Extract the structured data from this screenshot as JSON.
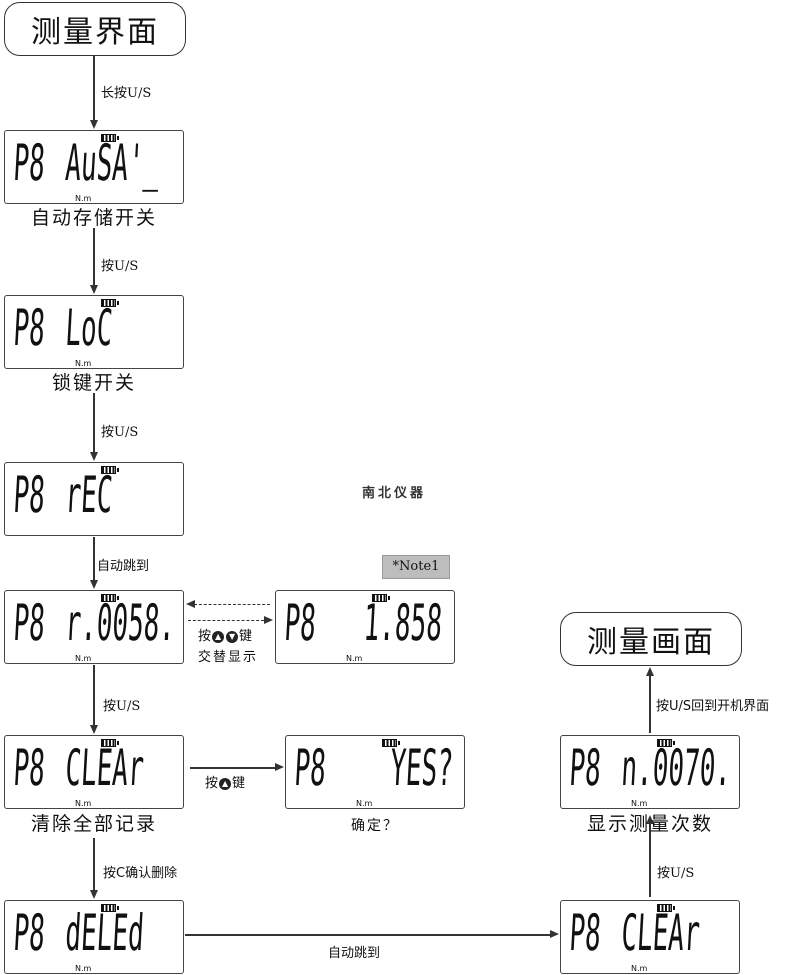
{
  "start_box": "测量界面",
  "end_box": "测量画面",
  "watermark": "南北仪器",
  "note": "*Note1",
  "lcd_prefix": "P8",
  "unit": "N.m",
  "screens": [
    {
      "value": "AuSA'_",
      "caption": "自动存储开关"
    },
    {
      "value": "LoC",
      "caption": "锁键开关"
    },
    {
      "value": "rEC"
    },
    {
      "value": "r.0058."
    },
    {
      "value": "1.858"
    },
    {
      "value": "CLEAr",
      "caption": "清除全部记录"
    },
    {
      "value": "YES?",
      "caption": "确定？"
    },
    {
      "value": "dELEd"
    },
    {
      "value": "CLEAr"
    },
    {
      "value": "n.0070.",
      "caption": "显示测量次数"
    }
  ],
  "transitions": {
    "long_press": "长按U/S",
    "press_us": "按U/S",
    "auto_jump": "自动跳到",
    "press": "按",
    "key": "键",
    "alternate": "交替显示",
    "confirm_delete": "按C确认删除",
    "back_to_boot": "按U/S回到开机界面"
  },
  "icons": {
    "up": "▲",
    "down": "▼"
  }
}
